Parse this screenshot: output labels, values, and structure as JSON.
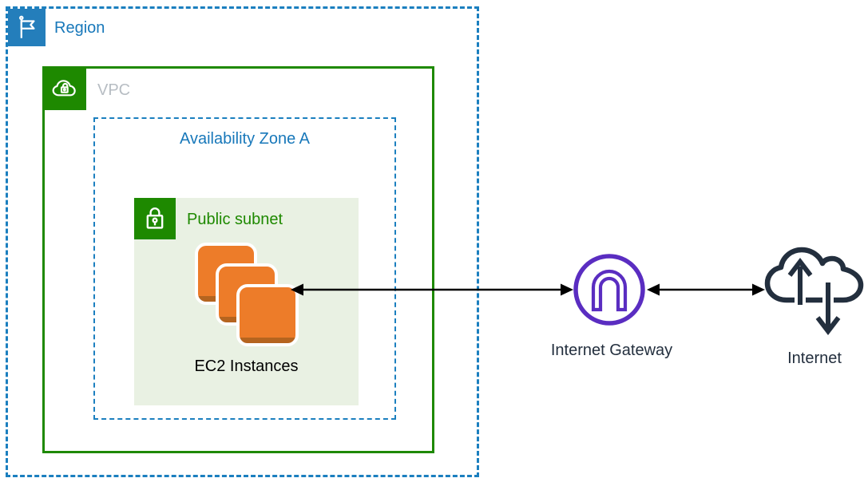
{
  "nodes": {
    "region": {
      "label": "Region",
      "type": "aws-region"
    },
    "vpc": {
      "label": "VPC",
      "type": "vpc"
    },
    "availability_zone": {
      "label": "Availability Zone A",
      "type": "availability-zone"
    },
    "public_subnet": {
      "label": "Public subnet",
      "type": "public-subnet"
    },
    "ec2_instances": {
      "label": "EC2 Instances",
      "type": "ec2-instance-stack",
      "instance_count": 3
    },
    "internet_gateway": {
      "label": "Internet Gateway",
      "type": "internet-gateway"
    },
    "internet": {
      "label": "Internet",
      "type": "internet-cloud"
    }
  },
  "edges": [
    {
      "from": "EC2 Instances",
      "to": "Internet Gateway",
      "direction": "bidirectional"
    },
    {
      "from": "Internet Gateway",
      "to": "Internet",
      "direction": "bidirectional"
    }
  ],
  "colors": {
    "region_blue": "#1B7FBF",
    "region_icon_blue": "#247EBB",
    "vpc_green": "#1E8900",
    "vpc_label_gray": "#B7BDC3",
    "subnet_bg_green": "#E9F1E3",
    "ec2_orange": "#ED7C29",
    "ec2_orange_dark": "#B5641F",
    "gateway_purple": "#5A2DC1",
    "internet_dark": "#232F3E",
    "arrow_black": "#000000"
  }
}
